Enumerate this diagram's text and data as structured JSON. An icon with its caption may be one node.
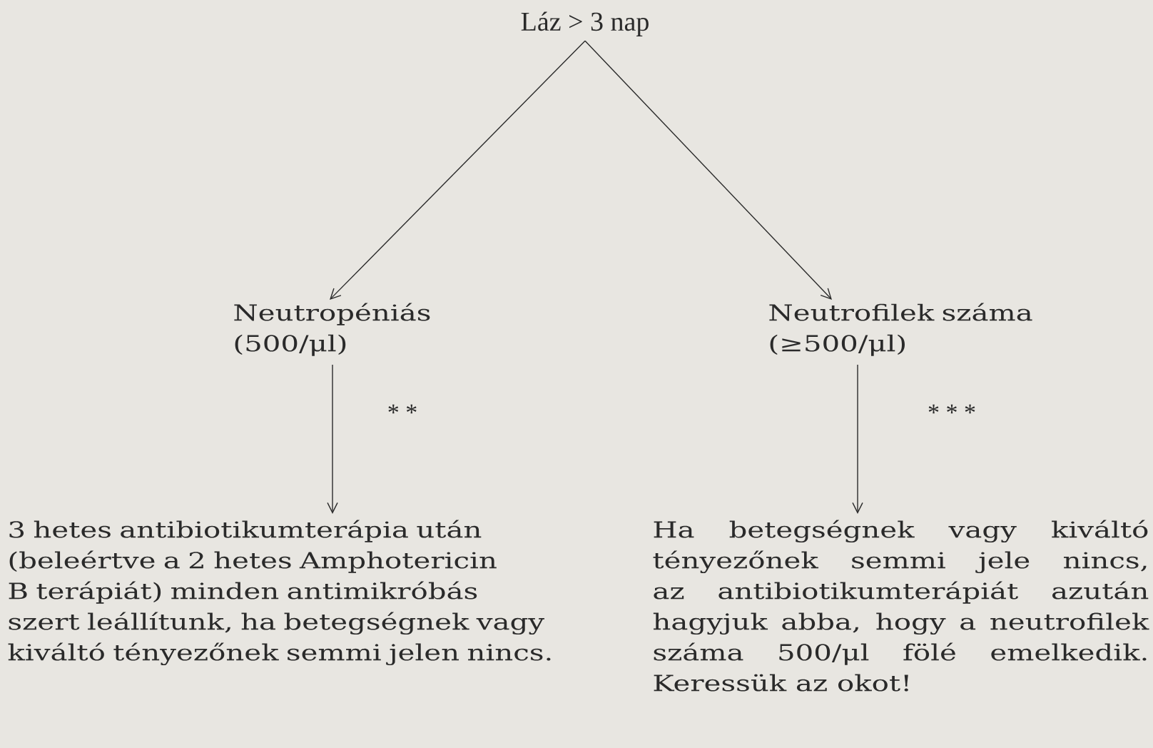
{
  "diagram": {
    "nodes": [
      {
        "text": [
          "Láz > 3 nap"
        ]
      },
      {
        "text": [
          "Neutropéniás (500/μl)"
        ]
      },
      {
        "text": [
          "Neutrofilek száma (≥500/μl)"
        ]
      },
      {
        "text": [
          "3 hetes antibiotikumterápia után (beleértve a 2 hetes Amphotericin B terápiát) minden antimikróbás szert leállítunk, ha betegségnek vagy kiváltó tényezőnek semmi jelen nincs."
        ]
      },
      {
        "text": [
          "Ha betegségnek vagy kiváltó tényezőnek semmi jele nincs, az antibiotikumterápiát azután hagyjuk abba, hogy a neutrofilek száma 500/μl fölé emelkedik. Keressük az okot!"
        ]
      }
    ],
    "edges": [
      {
        "from": 0,
        "to": 1,
        "arrow": "to"
      },
      {
        "from": 0,
        "to": 2,
        "arrow": "to"
      },
      {
        "from": 1,
        "to": 3,
        "arrow": "to",
        "label": "* *"
      },
      {
        "from": 2,
        "to": 4,
        "arrow": "to",
        "label": "* * *"
      }
    ]
  }
}
